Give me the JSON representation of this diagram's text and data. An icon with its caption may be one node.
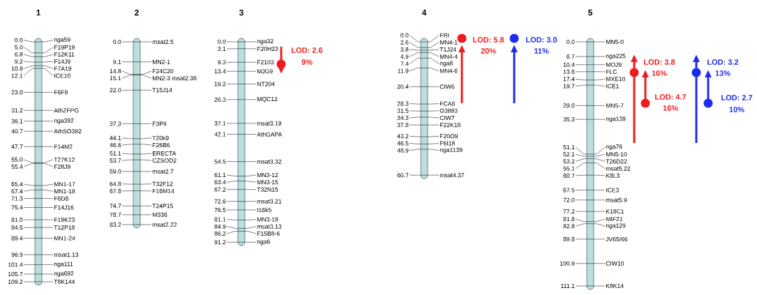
{
  "diagram": {
    "nodes": [
      {
        "text": [
          "1"
        ],
        "beside": [
          "0.0",
          "nga59",
          "5.0",
          "F19P19",
          "6.8",
          "F12K11",
          "9.2",
          "F14J9",
          "10.9",
          "F7A19",
          "12.1",
          "ICE10",
          "23.0",
          "F6F9",
          "31.2",
          "AthZFPG",
          "36.1",
          "nga392",
          "40.7",
          "AthSO392",
          "47.7",
          "F14M2",
          "55.0",
          "T27K12",
          "55.4",
          "F28J9",
          "65.4",
          "MN1-17",
          "67.4",
          "MN1-18",
          "71.3",
          "F6D8",
          "75.4",
          "F14J16",
          "81.0",
          "F19K23",
          "84.5",
          "T12P18",
          "89.4",
          "MN1-24",
          "96.9",
          "msat1.13",
          "101.4",
          "nga111",
          "105.7",
          "nga692",
          "109.2",
          "T8K144"
        ]
      },
      {
        "text": [
          "2"
        ],
        "beside": [
          "0.0",
          "msat2.5",
          "9.1",
          "MN2-1",
          "14.8",
          "F24C20",
          "15.1",
          "MN2-3 msat2.38",
          "22.0",
          "T15J14",
          "37.3",
          "F3PII",
          "44.1",
          "T20k9",
          "46.6",
          "F26B6",
          "51.1",
          "ERECTA",
          "53.7",
          "CZSOD2",
          "59.0",
          "msat2.7",
          "64.8",
          "T32F12",
          "67.8",
          "F16M14",
          "74.7",
          "T24P15",
          "78.7",
          "M336",
          "83.2",
          "msat2.22"
        ]
      },
      {
        "text": [
          "3"
        ],
        "beside": [
          "0.0",
          "nga32",
          "3.1",
          "F20H23",
          "9.3",
          "F2103",
          "13.4",
          "MJG9",
          "19.2",
          "NT204",
          "26.3",
          "MQC12",
          "37.1",
          "msat3.19",
          "42.1",
          "AthGAPA",
          "54.5",
          "msat3.32",
          "61.1",
          "MN3-12",
          "63.4",
          "MN3-15",
          "67.2",
          "T32N15",
          "72.6",
          "msat3.21",
          "76.5",
          "t16k5",
          "81.1",
          "MN3-19",
          "84.9",
          "msat3.13",
          "86.2",
          "F15B8-6",
          "91.2",
          "nga6"
        ]
      },
      {
        "text": [
          "4"
        ],
        "beside": [
          "0.0",
          "FRI",
          "2.6",
          "MN4-1",
          "3.8",
          "T1J24",
          "4.9",
          "MN4-4",
          "7.4",
          "nga8",
          "11.9",
          "MN4-6",
          "20.4",
          "CIW6",
          "28.3",
          "FCA8",
          "31.5",
          "G3883",
          "34.3",
          "CIW7",
          "37.8",
          "F22K18",
          "43.2",
          "F20O9",
          "46.5",
          "F6I18",
          "48.9",
          "nga1139",
          "60.7",
          "msat4.37"
        ]
      },
      {
        "text": [
          "5"
        ],
        "beside": [
          "0.0",
          "MN5-0",
          "6.7",
          "nga225",
          "10.4",
          "MOJ9",
          "13.6",
          "FLC",
          "17.4",
          "MXE10",
          "19.7",
          "ICE1",
          "29.0",
          "MN5-7",
          "35.3",
          "nga139",
          "51.1",
          "nga76",
          "52.1",
          "MN5-10",
          "53.2",
          "T26D22",
          "55.1",
          "msat5.22",
          "60.7",
          "K8L3",
          "67.5",
          "ICE3",
          "72.0",
          "msat5.9",
          "77.2",
          "K18C1",
          "81.8",
          "MIF21",
          "82.8",
          "nga129",
          "89.8",
          "JV65/66",
          "100.9",
          "CIW10",
          "111.1",
          "K8K14"
        ]
      }
    ],
    "labels": [
      "LOD: 2.6",
      "9%",
      "LOD: 5.8",
      "20%",
      "LOD: 3.0",
      "11%",
      "LOD: 3.8",
      "16%",
      "LOD: 4.7",
      "16%",
      "LOD: 3.2",
      "13%",
      "LOD: 2.7",
      "10%"
    ]
  }
}
